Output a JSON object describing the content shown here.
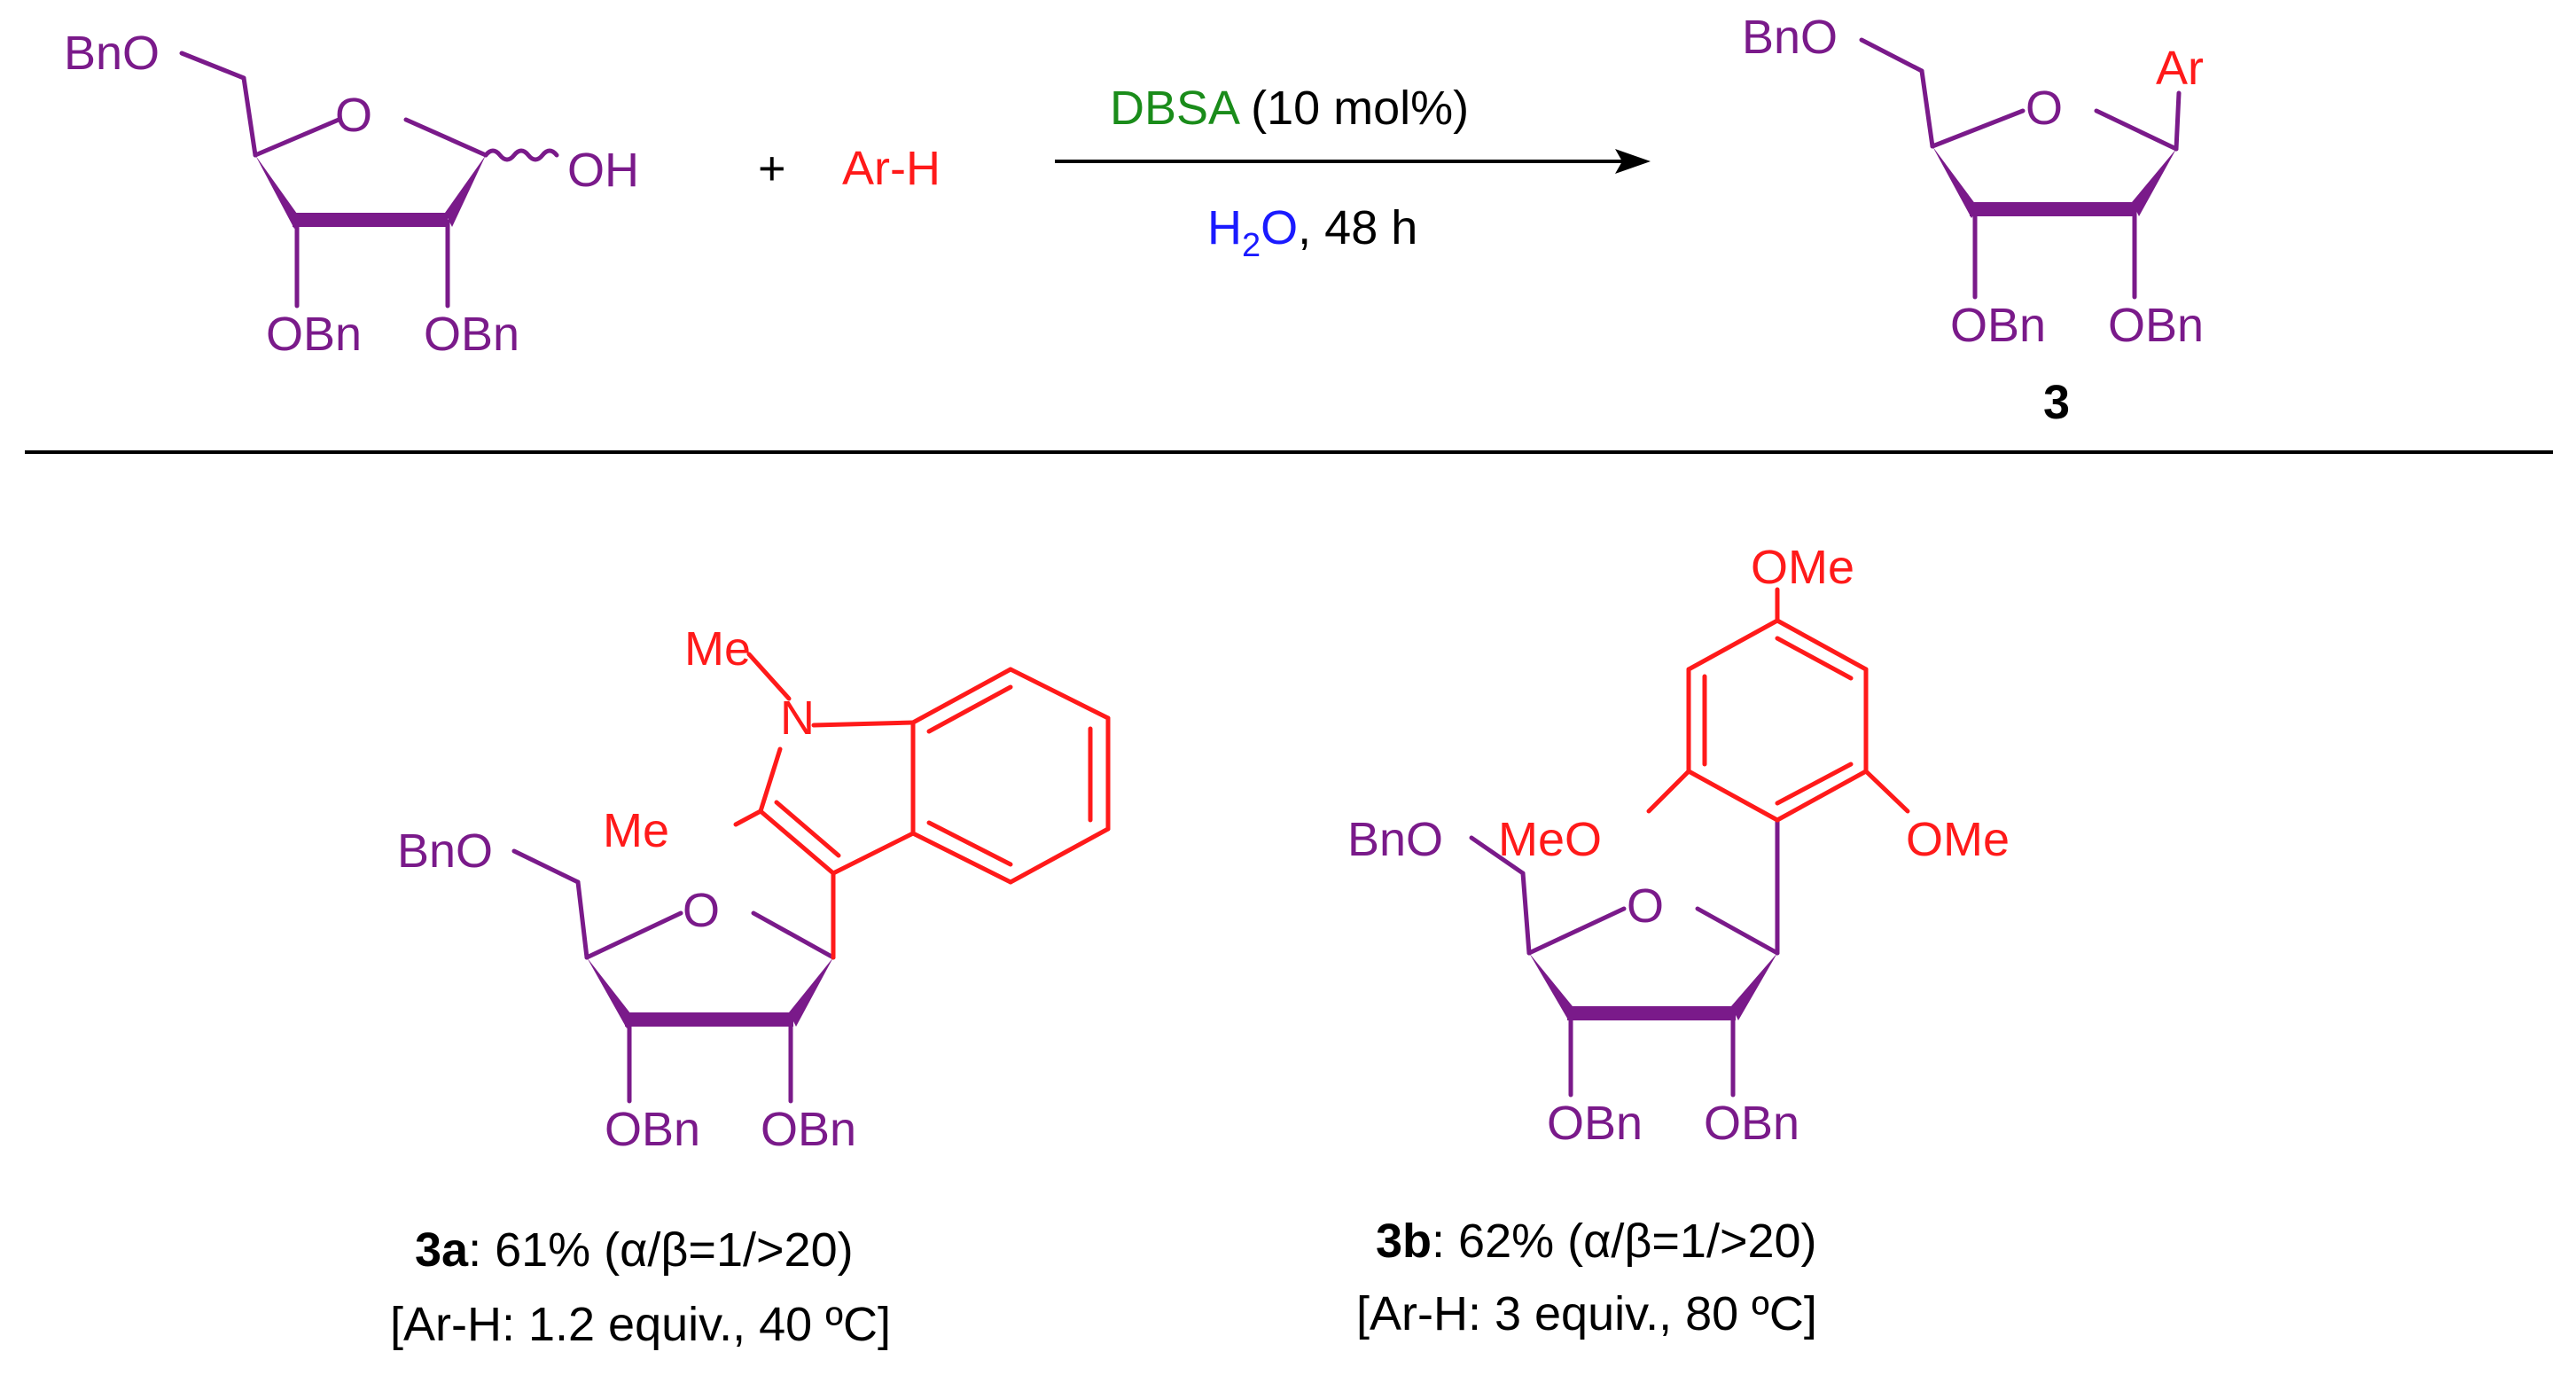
{
  "colors": {
    "sugar": "#7a1a8a",
    "aryl": "#ff1a1a",
    "catalyst": "#1a8c1a",
    "solvent": "#1a1aff",
    "text": "#000000"
  },
  "reaction": {
    "plus": "+",
    "arh": "Ar-H",
    "catalyst": "DBSA",
    "loading": " (10 mol%)",
    "solvent_h": "H",
    "solvent_2": "2",
    "solvent_o": "O",
    "time": ", 48 h"
  },
  "start_sm": {
    "bno": "BnO",
    "o": "O",
    "oh": "OH",
    "obn1": "OBn",
    "obn2": "OBn"
  },
  "product_general": {
    "bno": "BnO",
    "o": "O",
    "ar": "Ar",
    "obn1": "OBn",
    "obn2": "OBn",
    "label": "3"
  },
  "product_3a": {
    "bno": "BnO",
    "o": "O",
    "obn1": "OBn",
    "obn2": "OBn",
    "n": "N",
    "me_n": "Me",
    "me_c": "Me",
    "id": "3a",
    "yield": ": 61% (α/β=1/>20)",
    "conditions": "[Ar-H: 1.2 equiv., 40 ºC]"
  },
  "product_3b": {
    "bno": "BnO",
    "o": "O",
    "obn1": "OBn",
    "obn2": "OBn",
    "ome_top": "OMe",
    "ome_left": "MeO",
    "ome_right": "OMe",
    "id": "3b",
    "yield": ": 62% (α/β=1/>20)",
    "conditions": "[Ar-H: 3 equiv., 80 ºC]"
  }
}
